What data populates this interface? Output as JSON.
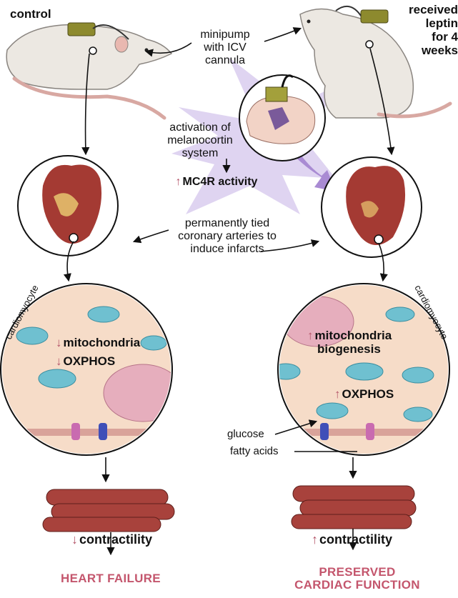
{
  "labels": {
    "control": "control",
    "received": [
      "received",
      "leptin",
      "for 4",
      "weeks"
    ],
    "minipump": [
      "minipump",
      "with ICV",
      "cannula"
    ],
    "activation": [
      "activation of",
      "melanocortin",
      "system"
    ],
    "mc4r": "MC4R activity",
    "tied": [
      "permanently tied",
      "coronary arteries to",
      "induce infarcts"
    ],
    "cardiomyocyte": "cardiomyocyte",
    "left_mito": "mitochondria",
    "left_oxphos": "OXPHOS",
    "right_mito": [
      "mitochondria",
      "biogenesis"
    ],
    "right_oxphos": "OXPHOS",
    "glucose": "glucose",
    "fatty_acids": "fatty acids",
    "contractility": "contractility",
    "heart_failure": "HEART FAILURE",
    "preserved": [
      "PRESERVED",
      "CARDIAC FUNCTION"
    ]
  },
  "colors": {
    "accent": "#b5566a",
    "outcome": "#c4566d",
    "purple": "#b39ad6",
    "muscle": "#a8423c",
    "rat": "#ece8e2",
    "cannula": "#8d8a2e",
    "cell_bg": "#f6dcc8",
    "mito": "#6fc0d0"
  },
  "icons": [
    "rat-icon",
    "heart-icon",
    "brain-icon",
    "mitochondrion-icon",
    "nucleus-icon",
    "transporter-icon",
    "muscle-fiber-icon"
  ]
}
